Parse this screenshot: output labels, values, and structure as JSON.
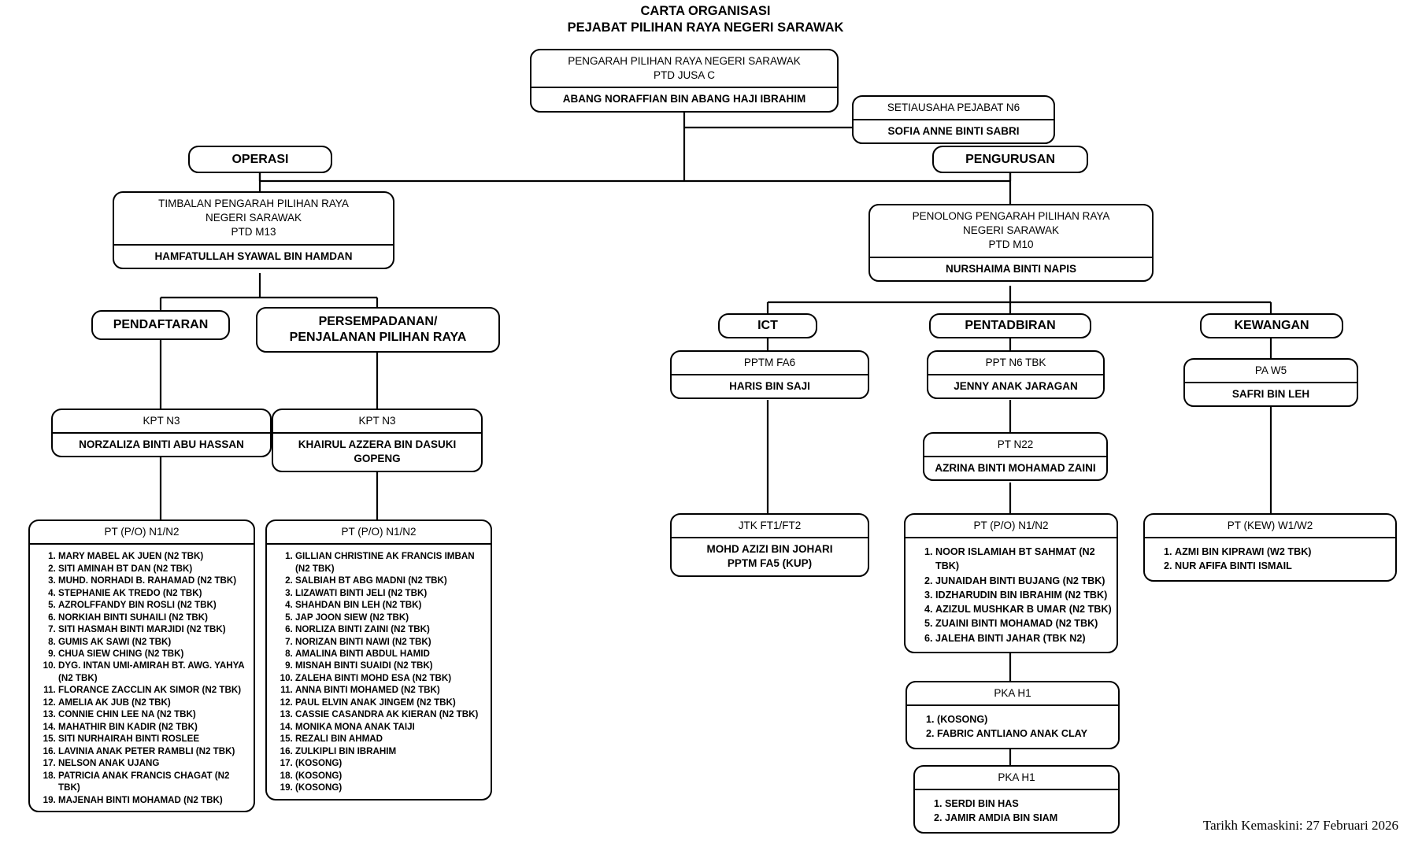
{
  "document": {
    "title_line1": "CARTA ORGANISASI",
    "title_line2": "PEJABAT PILIHAN RAYA NEGERI SARAWAK",
    "title": "CARTA ORGANISASI\nPEJABAT PILIHAN RAYA NEGERI SARAWAK",
    "footer_date": "Tarikh Kemaskini: 27 Februari 2026"
  },
  "nodes": {
    "pengarah": {
      "title": "PENGARAH PILIHAN RAYA NEGERI SARAWAK\nPTD JUSA C",
      "name": "ABANG NORAFFIAN BIN ABANG HAJI IBRAHIM"
    },
    "setiausaha": {
      "title": "SETIAUSAHA PEJABAT N6",
      "name": "SOFIA ANNE BINTI SABRI"
    },
    "operasi": {
      "label": "OPERASI"
    },
    "pengurusan": {
      "label": "PENGURUSAN"
    },
    "timbalan_pengarah": {
      "title": "TIMBALAN PENGARAH PILIHAN RAYA\nNEGERI SARAWAK\nPTD  M13",
      "name": "HAMFATULLAH SYAWAL BIN HAMDAN"
    },
    "penolong_pengarah": {
      "title": "PENOLONG PENGARAH PILIHAN RAYA\nNEGERI SARAWAK\nPTD  M10",
      "name": "NURSHAIMA BINTI NAPIS"
    },
    "pendaftaran": {
      "label": "PENDAFTARAN"
    },
    "persempadanan": {
      "label": "PERSEMPADANAN/\nPENJALANAN PILIHAN RAYA"
    },
    "ict": {
      "label": "ICT"
    },
    "pentadbiran": {
      "label": "PENTADBIRAN"
    },
    "kewangan": {
      "label": "KEWANGAN"
    },
    "kpt_pendaftaran": {
      "title": "KPT N3",
      "name": "NORZALIZA BINTI ABU HASSAN"
    },
    "kpt_persempadanan": {
      "title": "KPT N3",
      "name": "KHAIRUL AZZERA BIN DASUKI\nGOPENG"
    },
    "pptm_ict": {
      "title": "PPTM FA6",
      "name": "HARIS BIN SAJI"
    },
    "ppt_pentadbiran": {
      "title": "PPT N6 TBK",
      "name": "JENNY ANAK JARAGAN"
    },
    "pa_kewangan": {
      "title": "PA W5",
      "name": "SAFRI BIN LEH"
    },
    "pt_n22": {
      "title": "PT N22",
      "name": "AZRINA BINTI MOHAMAD ZAINI"
    },
    "jtk_ict": {
      "title": "JTK FT1/FT2",
      "name": "MOHD AZIZI BIN JOHARI\nPPTM FA5 (KUP)"
    }
  },
  "lists": {
    "pt_pendaftaran": {
      "header": "PT (P/O) N1/N2",
      "items": [
        "MARY MABEL AK JUEN (N2 TBK)",
        "SITI AMINAH BT DAN  (N2 TBK)",
        "MUHD. NORHADI B. RAHAMAD (N2 TBK)",
        "STEPHANIE AK TREDO (N2 TBK)",
        "AZROLFFANDY BIN ROSLI (N2 TBK)",
        "NORKIAH BINTI SUHAILI (N2 TBK)",
        "SITI HASMAH BINTI MARJIDI (N2 TBK)",
        "GUMIS AK SAWI (N2 TBK)",
        "CHUA SIEW CHING (N2 TBK)",
        "DYG. INTAN UMI-AMIRAH BT.  AWG. YAHYA (N2 TBK)",
        "FLORANCE ZACCLIN AK SIMOR (N2 TBK)",
        "AMELIA AK JUB (N2 TBK)",
        "CONNIE CHIN LEE NA (N2 TBK)",
        "MAHATHIR BIN KADIR (N2 TBK)",
        "SITI NURHAIRAH BINTI ROSLEE",
        "LAVINIA ANAK PETER RAMBLI (N2 TBK)",
        "NELSON ANAK UJANG",
        "PATRICIA ANAK FRANCIS CHAGAT (N2 TBK)",
        "MAJENAH BINTI MOHAMAD (N2 TBK)"
      ]
    },
    "pt_persempadanan": {
      "header": "PT (P/O) N1/N2",
      "items": [
        "GILLIAN CHRISTINE AK  FRANCIS IMBAN (N2 TBK)",
        "SALBIAH BT ABG MADNI (N2 TBK)",
        "LIZAWATI BINTI JELI (N2 TBK)",
        "SHAHDAN BIN LEH (N2 TBK)",
        "JAP JOON SIEW (N2 TBK)",
        "NORLIZA BINTI ZAINI (N2 TBK)",
        "NORIZAN BINTI NAWI  (N2 TBK)",
        "AMALINA BINTI ABDUL HAMID",
        "MISNAH BINTI SUAIDI (N2 TBK)",
        "ZALEHA BINTI MOHD ESA (N2 TBK)",
        "ANNA BINTI MOHAMED (N2 TBK)",
        "PAUL ELVIN ANAK JINGEM (N2 TBK)",
        "CASSIE CASANDRA AK KIERAN (N2 TBK)",
        "MONIKA MONA ANAK TAIJI",
        "REZALI BIN AHMAD",
        "ZULKIPLI BIN IBRAHIM",
        "(KOSONG)",
        "(KOSONG)",
        "(KOSONG)"
      ]
    },
    "pt_pentadbiran": {
      "header": "PT (P/O) N1/N2",
      "items": [
        "NOOR ISLAMIAH BT SAHMAT (N2 TBK)",
        "JUNAIDAH BINTI BUJANG  (N2 TBK)",
        "IDZHARUDIN BIN IBRAHIM (N2 TBK)",
        "AZIZUL MUSHKAR B UMAR (N2 TBK)",
        "ZUAINI BINTI MOHAMAD (N2 TBK)",
        "JALEHA BINTI JAHAR (TBK N2)"
      ]
    },
    "pt_kewangan": {
      "header": "PT (KEW) W1/W2",
      "items": [
        "AZMI BIN KIPRAWI (W2 TBK)",
        "NUR AFIFA BINTI ISMAIL"
      ]
    },
    "pka_h1_a": {
      "header": "PKA H1",
      "items": [
        "(KOSONG)",
        "FABRIC ANTLIANO ANAK CLAY"
      ]
    },
    "pka_h1_b": {
      "header": "PKA H1",
      "items": [
        "SERDI BIN HAS",
        "JAMIR AMDIA BIN SIAM"
      ]
    }
  }
}
